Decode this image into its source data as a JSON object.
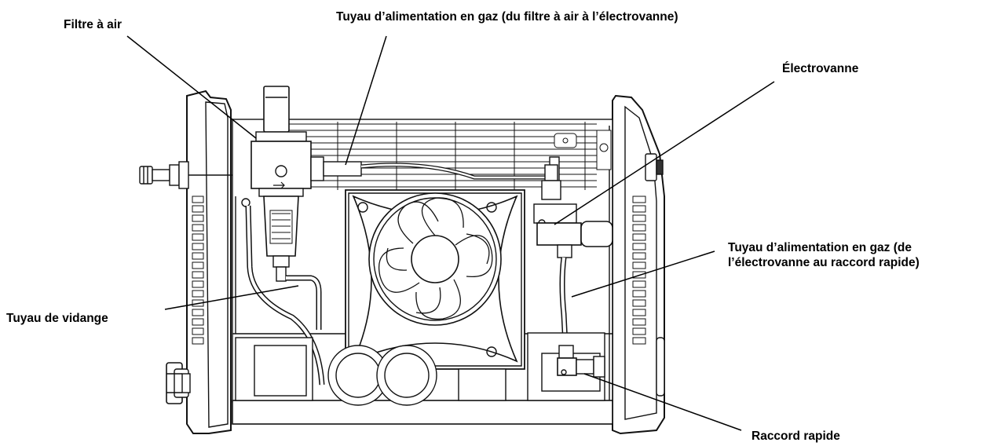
{
  "diagram": {
    "labels": {
      "air_filter": "Filtre à air",
      "gas_hose_filter_to_valve": "Tuyau d’alimentation en gaz (du filtre à air à l’électrovanne)",
      "solenoid_valve": "Électrovanne",
      "gas_hose_valve_to_fitting_line1": "Tuyau d’alimentation en gaz (de",
      "gas_hose_valve_to_fitting_line2": "l’électrovanne au raccord rapide)",
      "drain_hose": "Tuyau de vidange",
      "quick_fitting": "Raccord rapide"
    }
  }
}
